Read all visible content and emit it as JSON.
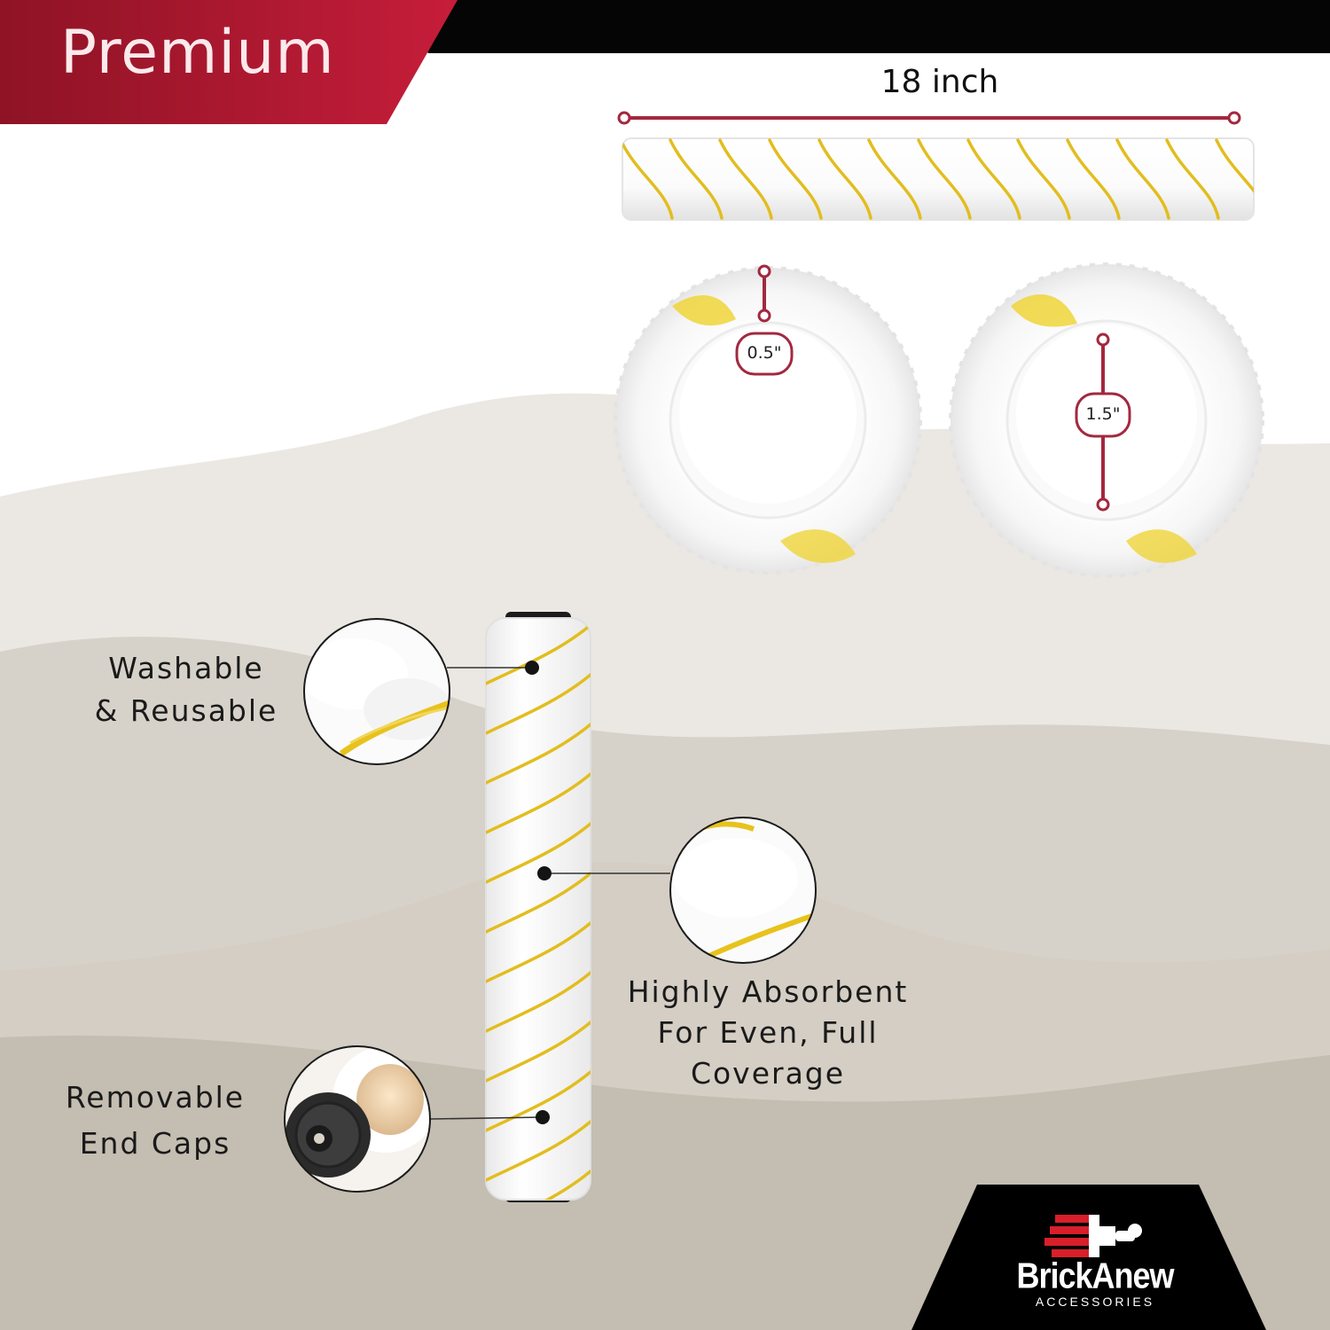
{
  "banner": {
    "title": "Premium"
  },
  "dimensions": {
    "length_label": "18 inch",
    "nap_label": "0.5\"",
    "core_label": "1.5\""
  },
  "features": [
    {
      "id": "washable",
      "lines": [
        "Washable",
        "& Reusable"
      ]
    },
    {
      "id": "absorbent",
      "lines": [
        "Highly Absorbent",
        "For Even, Full",
        "Coverage"
      ]
    },
    {
      "id": "endcaps",
      "lines": [
        "Removable",
        "End Caps"
      ]
    }
  ],
  "brand": {
    "name": "BrickAnew",
    "tagline": "ACCESSORIES"
  },
  "colors": {
    "accent_red": "#b81c35",
    "dim_line": "#a3283f",
    "stripe_yellow": "#e8c21c",
    "wave_light": "#ebe8e3",
    "wave_mid": "#d7d2c9",
    "wave_dark": "#c4bdb1",
    "logo_black": "#000000"
  }
}
